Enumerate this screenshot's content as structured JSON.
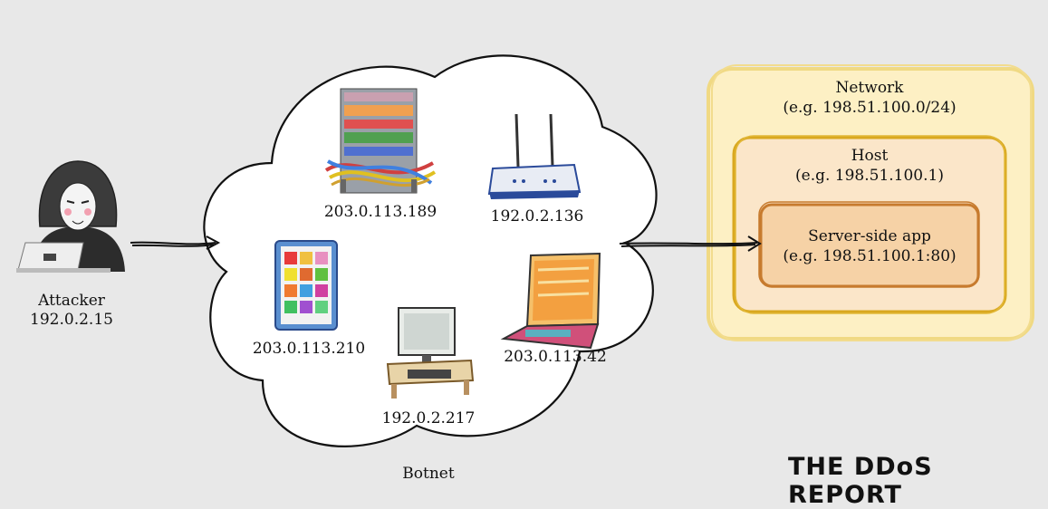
{
  "attacker": {
    "name": "Attacker",
    "ip": "192.0.2.15"
  },
  "botnet": {
    "label": "Botnet",
    "devices": [
      {
        "kind": "server-rack",
        "ip": "203.0.113.189"
      },
      {
        "kind": "router",
        "ip": "192.0.2.136"
      },
      {
        "kind": "tablet",
        "ip": "203.0.113.210"
      },
      {
        "kind": "laptop",
        "ip": "203.0.113.42"
      },
      {
        "kind": "tv",
        "ip": "192.0.2.217"
      }
    ]
  },
  "network": {
    "title": "Network",
    "example": "(e.g. 198.51.100.0/24)"
  },
  "host": {
    "title": "Host",
    "example": "(e.g. 198.51.100.1)"
  },
  "app": {
    "title": "Server-side app",
    "example": "(e.g. 198.51.100.1:80)"
  },
  "brand": {
    "logo_text": "THE DDoS REPORT"
  },
  "colors": {
    "network_fill": "#fdf0c4",
    "network_stroke": "#f0d983",
    "host_fill": "#fbe6c9",
    "host_stroke": "#d9a820",
    "app_fill": "#f6d2a6",
    "app_stroke": "#c77b2e"
  }
}
